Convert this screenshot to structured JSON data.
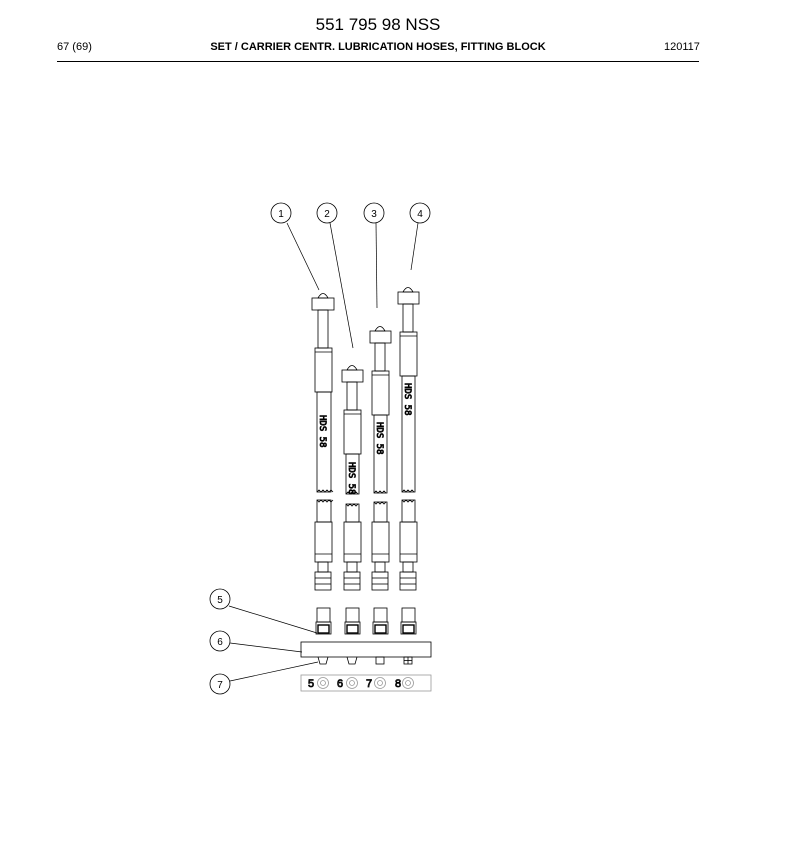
{
  "header": {
    "doc_number": "551 795 98 NSS",
    "page": "67 (69)",
    "title": "SET / CARRIER CENTR. LUBRICATION HOSES, FITTING BLOCK",
    "date": "120117"
  },
  "callouts": [
    "1",
    "2",
    "3",
    "4",
    "5",
    "6",
    "7"
  ],
  "hose_labels": [
    "HDS 58",
    "HDS 58",
    "HDS 58",
    "HDS 58"
  ],
  "port_labels": [
    "5",
    "6",
    "7",
    "8"
  ]
}
